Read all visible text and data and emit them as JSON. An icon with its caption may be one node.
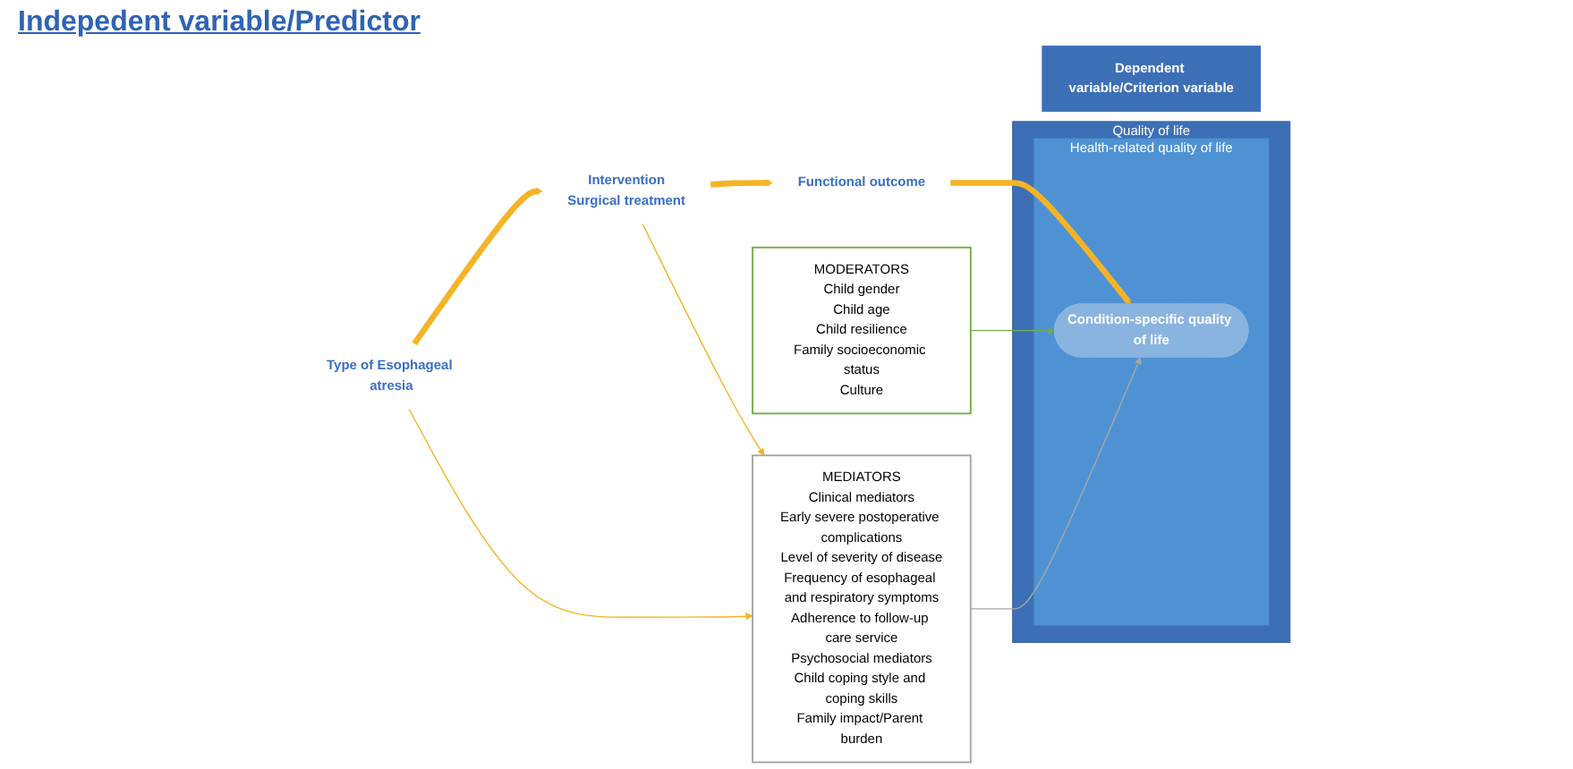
{
  "diagram": {
    "nodes": [
      {
        "text": [
          "Type of Esophageal atresia"
        ]
      },
      {
        "text": [
          "Intervention",
          "Surgical treatment"
        ]
      },
      {
        "text": [
          "Functional outcome"
        ]
      },
      {
        "text": [
          "MODERATORS",
          "Child gender",
          "Child age",
          "Child resilience",
          "Family socioeconomic status",
          "Culture"
        ]
      },
      {
        "text": [
          "MEDIATORS",
          "Clinical mediators",
          "Early severe postoperative complications",
          "Level of severity of disease",
          "Frequency of esophageal and respiratory symptoms",
          "Adherence to follow-up care service",
          "Psychosocial mediators",
          "Child coping style and coping skills",
          "Family impact/Parent burden"
        ]
      },
      {
        "text": [
          "Dependent variable/Criterion variable"
        ]
      },
      {
        "text": [
          "Quality of life"
        ]
      },
      {
        "text": [
          "Health-related quality of life"
        ],
        "in": 6
      },
      {
        "text": [
          "Condition-specific quality of life"
        ],
        "in": 7
      }
    ],
    "edges": [
      {
        "from": 0,
        "to": 1,
        "arrow": "to",
        "style": "thick"
      },
      {
        "from": 1,
        "to": 2,
        "arrow": "to",
        "style": "thick"
      },
      {
        "from": 2,
        "to": 8,
        "arrow": "to",
        "style": "thick"
      },
      {
        "from": 0,
        "to": 4,
        "arrow": "to"
      },
      {
        "from": 1,
        "to": 4,
        "arrow": "to"
      },
      {
        "from": 3,
        "to": 8,
        "arrow": "to",
        "color": "#70ad47"
      },
      {
        "from": 4,
        "to": 8,
        "arrow": "to",
        "color": "#a6a6a6"
      }
    ],
    "labels": [
      "Indepedent variable/Predictor"
    ]
  }
}
